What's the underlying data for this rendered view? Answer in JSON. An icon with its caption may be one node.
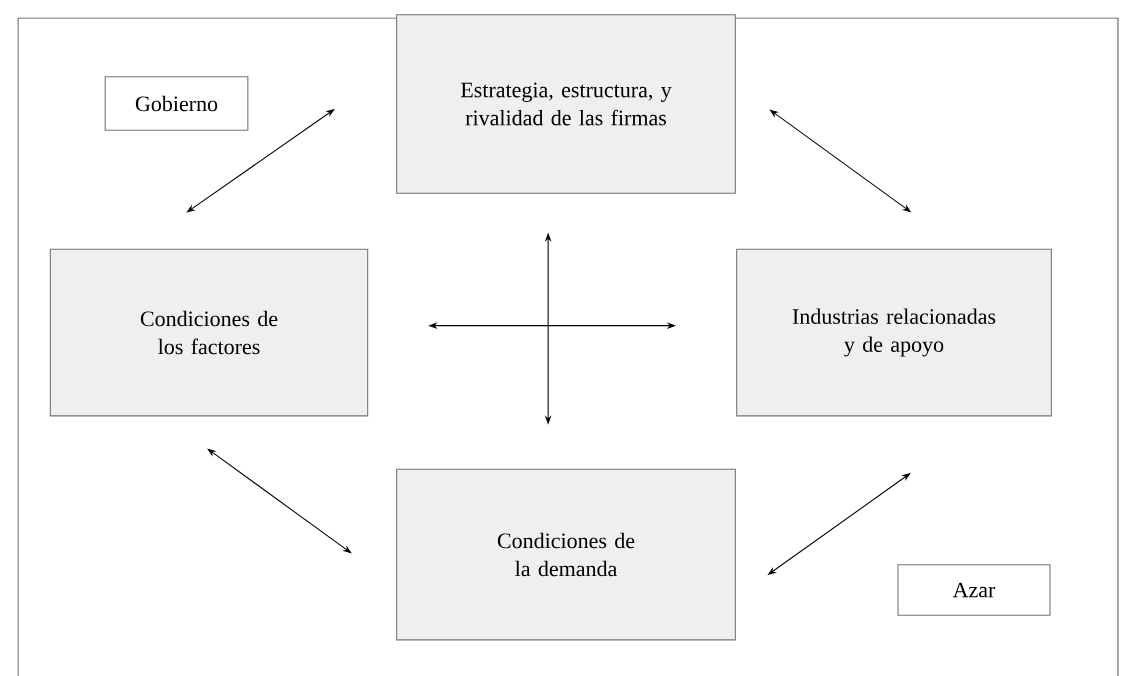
{
  "diagram": {
    "nodes": [
      {
        "text": [
          "Gobierno"
        ]
      },
      {
        "text": [
          "Estrategia, estructura, y rivalidad de las firmas"
        ]
      },
      {
        "text": [
          "Condiciones de los factores"
        ]
      },
      {
        "text": [
          "Industrias relacionadas y de apoyo"
        ]
      },
      {
        "text": [
          "Condiciones de la demanda"
        ]
      },
      {
        "text": [
          "Azar"
        ]
      }
    ],
    "edges": [
      {
        "from": 1,
        "to": 2,
        "arrow": "both"
      },
      {
        "from": 1,
        "to": 3,
        "arrow": "both"
      },
      {
        "from": 2,
        "to": 4,
        "arrow": "both"
      },
      {
        "from": 4,
        "to": 3,
        "arrow": "both"
      },
      {
        "from": 2,
        "to": 3,
        "arrow": "both"
      },
      {
        "from": 1,
        "to": 4,
        "arrow": "both"
      }
    ]
  }
}
